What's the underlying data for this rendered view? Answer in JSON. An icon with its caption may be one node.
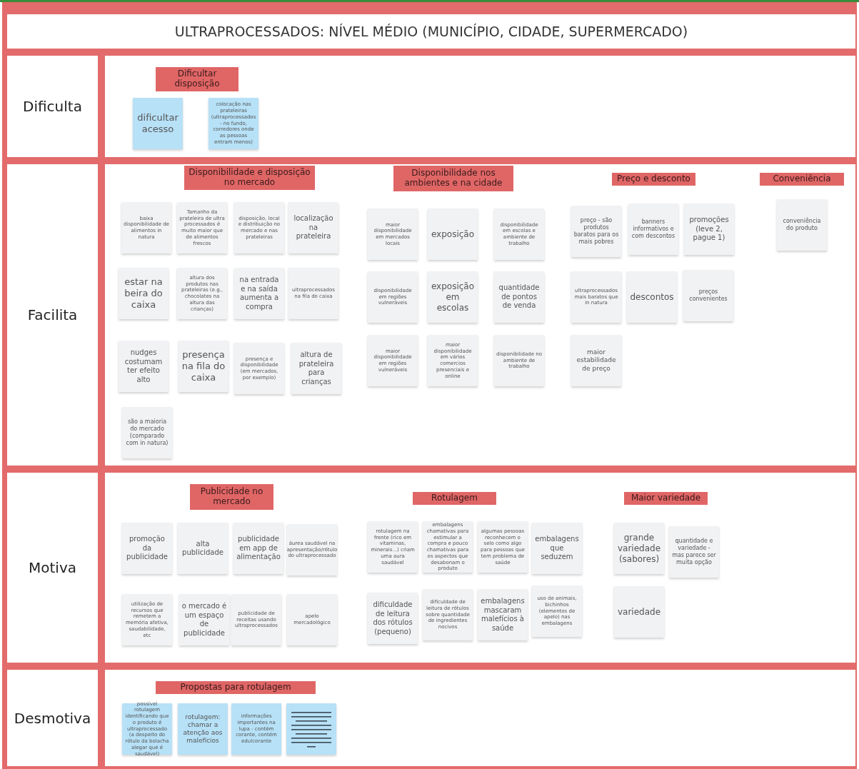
{
  "diagram": {
    "title": "ULTRAPROCESSADOS: NÍVEL MÉDIO (MUNICÍPIO, CIDADE, SUPERMERCADO)",
    "nodes": [
      {
        "text": [
          "Dificulta"
        ]
      },
      {
        "text": [
          "Dificultar disposição"
        ],
        "in": 0
      },
      {
        "text": [
          "dificultar acesso"
        ],
        "in": 0
      },
      {
        "text": [
          "colocação nas prateleiras (ultraprocessados - no fundo, corredores onde as pessoas entram menos)"
        ],
        "in": 0
      },
      {
        "text": [
          "Facilita"
        ]
      },
      {
        "text": [
          "Disponibilidade e disposição no mercado"
        ],
        "in": 4
      },
      {
        "text": [
          "baixa disponibilidade de alimentos in natura"
        ],
        "in": 4
      },
      {
        "text": [
          "Tamanho da prateleira de ultra processados é muito maior que de alimentos frescos"
        ],
        "in": 4
      },
      {
        "text": [
          "disposição, local e distribuição no mercado e nas prateleiras"
        ],
        "in": 4
      },
      {
        "text": [
          "localização na prateleira"
        ],
        "in": 4
      },
      {
        "text": [
          "estar na beira do caixa"
        ],
        "in": 4
      },
      {
        "text": [
          "altura dos produtos nas prateleiras (e.g., chocolates na altura das crianças)"
        ],
        "in": 4
      },
      {
        "text": [
          "na entrada e na saída aumenta a compra"
        ],
        "in": 4
      },
      {
        "text": [
          "ultraprocessados na fila do caixa"
        ],
        "in": 4
      },
      {
        "text": [
          "nudges costumam ter efeito alto"
        ],
        "in": 4
      },
      {
        "text": [
          "presença na fila do caixa"
        ],
        "in": 4
      },
      {
        "text": [
          "presença e disponibilidade (em mercados, por exemplo)"
        ],
        "in": 4
      },
      {
        "text": [
          "altura de prateleira para crianças"
        ],
        "in": 4
      },
      {
        "text": [
          "são a maioria do mercado (comparado com in natura)"
        ],
        "in": 4
      },
      {
        "text": [
          "Disponibilidade nos ambientes e na cidade"
        ],
        "in": 4
      },
      {
        "text": [
          "maior disponibilidade em mercados locais"
        ],
        "in": 4
      },
      {
        "text": [
          "exposição"
        ],
        "in": 4
      },
      {
        "text": [
          "disponibilidade em escolas e ambiente de trabalho"
        ],
        "in": 4
      },
      {
        "text": [
          "disponibilidade em regiões vulneráveis"
        ],
        "in": 4
      },
      {
        "text": [
          "exposição em escolas"
        ],
        "in": 4
      },
      {
        "text": [
          "quantidade de pontos de venda"
        ],
        "in": 4
      },
      {
        "text": [
          "maior disponibilidade em regiões vulneráveis"
        ],
        "in": 4
      },
      {
        "text": [
          "maior disponibilidade em vários comercios presenciais e online"
        ],
        "in": 4
      },
      {
        "text": [
          "disponibilidade no ambiente de trabalho"
        ],
        "in": 4
      },
      {
        "text": [
          "Preço e desconto"
        ],
        "in": 4
      },
      {
        "text": [
          "preço - são produtos baratos para os mais pobres"
        ],
        "in": 4
      },
      {
        "text": [
          "banners informativos e com descontos"
        ],
        "in": 4
      },
      {
        "text": [
          "promoções (leve 2, pague 1)"
        ],
        "in": 4
      },
      {
        "text": [
          "ultraprocessados mais baratos que in natura"
        ],
        "in": 4
      },
      {
        "text": [
          "descontos"
        ],
        "in": 4
      },
      {
        "text": [
          "preços convenientes"
        ],
        "in": 4
      },
      {
        "text": [
          "maior estabilidade de preço"
        ],
        "in": 4
      },
      {
        "text": [
          "Conveniência"
        ],
        "in": 4
      },
      {
        "text": [
          "conveniência do produto"
        ],
        "in": 4
      },
      {
        "text": [
          "Motiva"
        ]
      },
      {
        "text": [
          "Publicidade no mercado"
        ],
        "in": 39
      },
      {
        "text": [
          "promoção da publicidade"
        ],
        "in": 39
      },
      {
        "text": [
          "alta publicidade"
        ],
        "in": 39
      },
      {
        "text": [
          "publicidade em app de alimentação"
        ],
        "in": 39
      },
      {
        "text": [
          "áurea saudável na apresentação/rótulo do ultraprocessado"
        ],
        "in": 39
      },
      {
        "text": [
          "utilização de recursos que remetem a memória afetiva, saudabilidade, etc"
        ],
        "in": 39
      },
      {
        "text": [
          "o mercado é um espaço de publicidade"
        ],
        "in": 39
      },
      {
        "text": [
          "publicidade de receitas usando ultraprocessados"
        ],
        "in": 39
      },
      {
        "text": [
          "apelo mercadológico"
        ],
        "in": 39
      },
      {
        "text": [
          "Rotulagem"
        ],
        "in": 39
      },
      {
        "text": [
          "rotulagem na frente (rico em vitaminas, minerais...) criam uma aura saudável"
        ],
        "in": 39
      },
      {
        "text": [
          "embalagens chamativas para estimular a compra e pouco chamativas para os aspectos que desabonam o produto"
        ],
        "in": 39
      },
      {
        "text": [
          "algumas pessoas reconhecem o selo como algo para pessoas que tem problema de saúde"
        ],
        "in": 39
      },
      {
        "text": [
          "embalagens que seduzem"
        ],
        "in": 39
      },
      {
        "text": [
          "dificuldade de leitura dos rótulos (pequeno)"
        ],
        "in": 39
      },
      {
        "text": [
          "dificuldade de leitura de rótulos sobre quantidade de ingredientes nocivos"
        ],
        "in": 39
      },
      {
        "text": [
          "embalagens mascaram malefícios à saúde"
        ],
        "in": 39
      },
      {
        "text": [
          "uso de animais, bichinhos (elementos de apelo) nas embalagens"
        ],
        "in": 39
      },
      {
        "text": [
          "Maior variedade"
        ],
        "in": 39
      },
      {
        "text": [
          "grande variedade (sabores)"
        ],
        "in": 39
      },
      {
        "text": [
          "quantidade e variedade - mas parece ser muita opção"
        ],
        "in": 39
      },
      {
        "text": [
          "variedade"
        ],
        "in": 39
      },
      {
        "text": [
          "Desmotiva"
        ]
      },
      {
        "text": [
          "Propostas para rotulagem"
        ],
        "in": 62
      },
      {
        "text": [
          "possível rotulagem identificando que o produto é ultraprocessado (a despeito do rótulo da bolacha alegar que é saudável)"
        ],
        "in": 62
      },
      {
        "text": [
          "rotulagem: chamar a atenção aos malefícios"
        ],
        "in": 62
      },
      {
        "text": [
          "informações importantes na lupa - contém corante, contém edulcorante"
        ],
        "in": 62
      },
      {
        "text": [],
        "shape": "box",
        "in": 62
      }
    ]
  }
}
